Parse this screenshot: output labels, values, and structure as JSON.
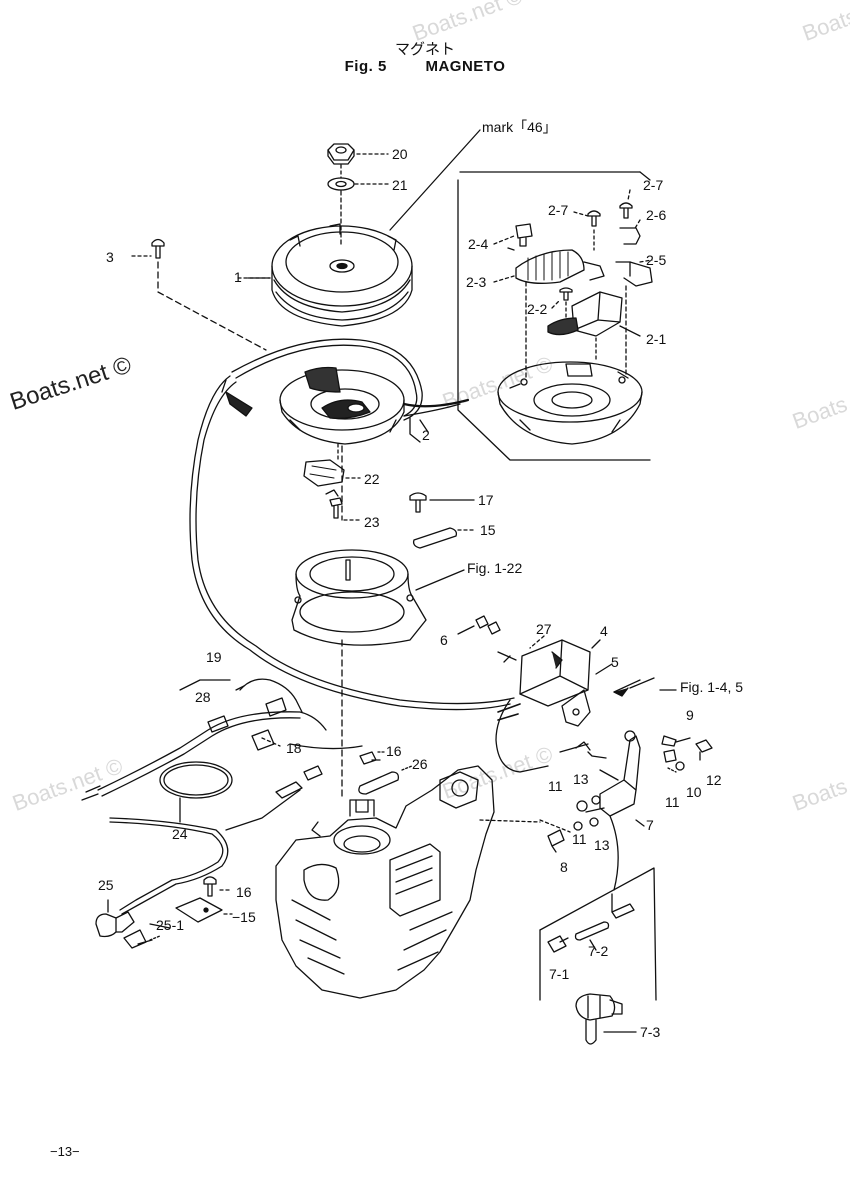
{
  "title": {
    "japanese": "マグネト",
    "figure": "Fig. 5",
    "name": "MAGNETO"
  },
  "watermark": "Boats.net ©",
  "page_number": "−13−",
  "callouts": {
    "mark46": "mark「46」",
    "p20": "20",
    "p21": "21",
    "p3": "3",
    "p1": "1",
    "p2": "2",
    "p2_7a": "2-7",
    "p2_7b": "2-7",
    "p2_6": "2-6",
    "p2_5": "2-5",
    "p2_4": "2-4",
    "p2_3": "2-3",
    "p2_2": "2-2",
    "p2_1": "2-1",
    "p22": "22",
    "p23": "23",
    "p17": "17",
    "p15": "15",
    "fig1_22": "Fig. 1-22",
    "p6": "6",
    "p27": "27",
    "p4": "4",
    "p5": "5",
    "fig1_4_5": "Fig. 1-4, 5",
    "p19": "19",
    "p28": "28",
    "p18": "18",
    "p16a": "16",
    "p26": "26",
    "p9": "9",
    "p12": "12",
    "p10": "10",
    "p11a": "11",
    "p11b": "11",
    "p11c": "11",
    "p13a": "13",
    "p13b": "13",
    "p7": "7",
    "p8": "8",
    "p24": "24",
    "p25": "25",
    "p16b": "16",
    "p15b": "−15",
    "p25_1": "25-1",
    "p7_2": "7-2",
    "p7_1": "7-1",
    "p7_3": "7-3"
  }
}
